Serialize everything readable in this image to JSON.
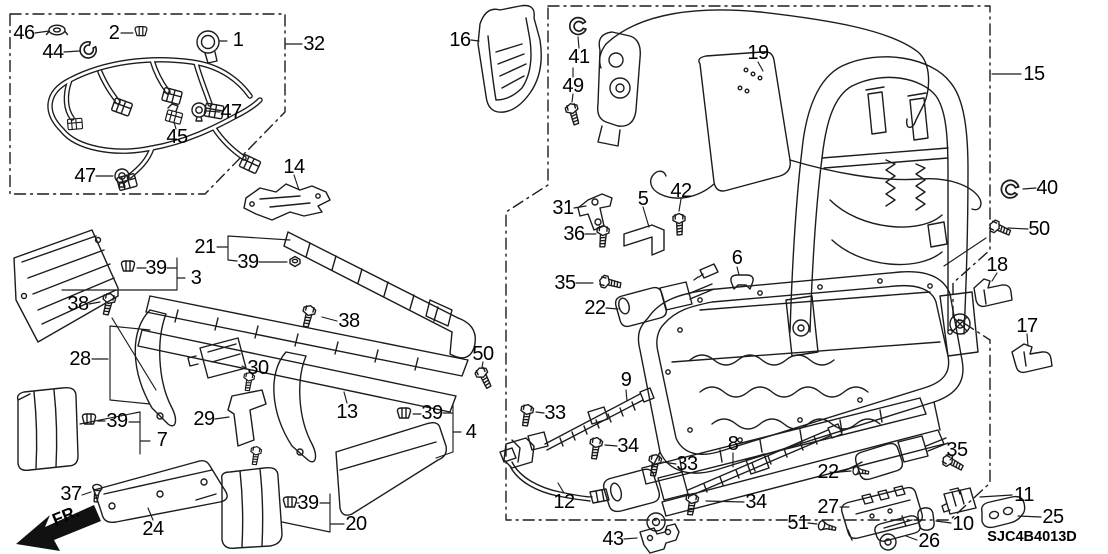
{
  "diagram": {
    "code": "SJC4B4013D",
    "fr_label": "FR.",
    "callouts": [
      "46",
      "44",
      "2",
      "1",
      "32",
      "47",
      "45",
      "47",
      "14",
      "16",
      "41",
      "49",
      "19",
      "15",
      "31",
      "36",
      "5",
      "42",
      "40",
      "50",
      "18",
      "17",
      "21",
      "39",
      "39",
      "3",
      "38",
      "38",
      "28",
      "30",
      "35",
      "22",
      "6",
      "29",
      "13",
      "50",
      "39",
      "4",
      "39",
      "7",
      "37",
      "24",
      "39",
      "20",
      "9",
      "33",
      "34",
      "12",
      "33",
      "8",
      "34",
      "43",
      "51",
      "27",
      "22",
      "35",
      "26",
      "10",
      "11",
      "25"
    ]
  }
}
